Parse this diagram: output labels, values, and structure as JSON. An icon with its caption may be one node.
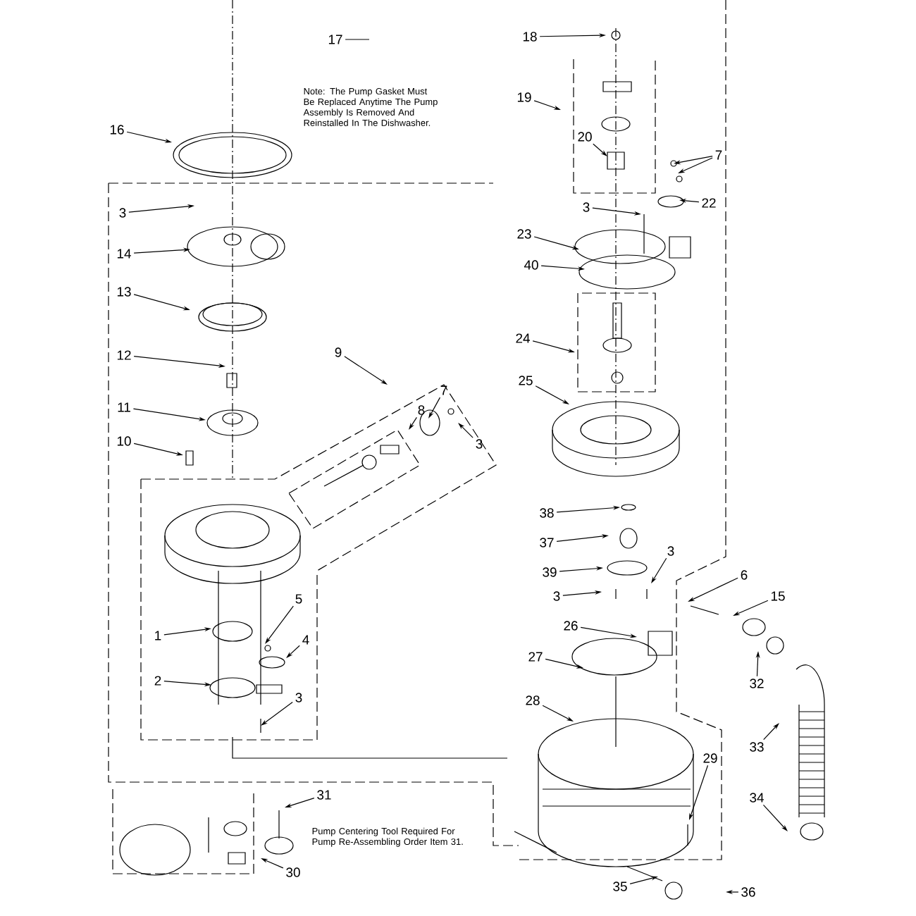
{
  "diagram": {
    "nodes": [
      {
        "text": [
          "17"
        ]
      },
      {
        "text": [
          "18"
        ]
      },
      {
        "text": [
          "19"
        ]
      },
      {
        "text": [
          "20"
        ]
      },
      {
        "text": [
          "7"
        ]
      },
      {
        "text": [
          "22"
        ]
      },
      {
        "text": [
          "3"
        ]
      },
      {
        "text": [
          "23"
        ]
      },
      {
        "text": [
          "40"
        ]
      },
      {
        "text": [
          "24"
        ]
      },
      {
        "text": [
          "25"
        ]
      },
      {
        "text": [
          "16"
        ]
      },
      {
        "text": [
          "3"
        ]
      },
      {
        "text": [
          "14"
        ]
      },
      {
        "text": [
          "13"
        ]
      },
      {
        "text": [
          "12"
        ]
      },
      {
        "text": [
          "9"
        ]
      },
      {
        "text": [
          "7"
        ]
      },
      {
        "text": [
          "8"
        ]
      },
      {
        "text": [
          "11"
        ]
      },
      {
        "text": [
          "3"
        ]
      },
      {
        "text": [
          "10"
        ]
      },
      {
        "text": [
          "38"
        ]
      },
      {
        "text": [
          "37"
        ]
      },
      {
        "text": [
          "39"
        ]
      },
      {
        "text": [
          "3"
        ]
      },
      {
        "text": [
          "3"
        ]
      },
      {
        "text": [
          "6"
        ]
      },
      {
        "text": [
          "15"
        ]
      },
      {
        "text": [
          "5"
        ]
      },
      {
        "text": [
          "26"
        ]
      },
      {
        "text": [
          "4"
        ]
      },
      {
        "text": [
          "1"
        ]
      },
      {
        "text": [
          "27"
        ]
      },
      {
        "text": [
          "2"
        ]
      },
      {
        "text": [
          "28"
        ]
      },
      {
        "text": [
          "32"
        ]
      },
      {
        "text": [
          "3"
        ]
      },
      {
        "text": [
          "33"
        ]
      },
      {
        "text": [
          "29"
        ]
      },
      {
        "text": [
          "31"
        ]
      },
      {
        "text": [
          "34"
        ]
      },
      {
        "text": [
          "30"
        ]
      },
      {
        "text": [
          "35"
        ]
      },
      {
        "text": [
          "36"
        ]
      }
    ],
    "edges": [
      {
        "from": 0,
        "to": null,
        "arrow": "none"
      },
      {
        "from": 1,
        "to": null,
        "arrow": "to"
      },
      {
        "from": 2,
        "to": null,
        "arrow": "to"
      },
      {
        "from": 3,
        "to": null,
        "arrow": "to"
      },
      {
        "from": 4,
        "to": null,
        "arrow": "to"
      },
      {
        "from": 4,
        "to": null,
        "arrow": "to"
      },
      {
        "from": 5,
        "to": null,
        "arrow": "to"
      },
      {
        "from": 6,
        "to": null,
        "arrow": "to"
      },
      {
        "from": 7,
        "to": null,
        "arrow": "to"
      },
      {
        "from": 8,
        "to": null,
        "arrow": "to"
      },
      {
        "from": 9,
        "to": null,
        "arrow": "to"
      },
      {
        "from": 10,
        "to": null,
        "arrow": "to"
      },
      {
        "from": 11,
        "to": null,
        "arrow": "to"
      },
      {
        "from": 12,
        "to": null,
        "arrow": "to"
      },
      {
        "from": 13,
        "to": null,
        "arrow": "to"
      },
      {
        "from": 14,
        "to": null,
        "arrow": "to"
      },
      {
        "from": 15,
        "to": null,
        "arrow": "to"
      },
      {
        "from": 16,
        "to": null,
        "arrow": "to"
      },
      {
        "from": 17,
        "to": null,
        "arrow": "to"
      },
      {
        "from": 18,
        "to": null,
        "arrow": "to"
      },
      {
        "from": 19,
        "to": null,
        "arrow": "to"
      },
      {
        "from": 20,
        "to": null,
        "arrow": "to"
      },
      {
        "from": 21,
        "to": null,
        "arrow": "to"
      },
      {
        "from": 22,
        "to": null,
        "arrow": "to"
      },
      {
        "from": 23,
        "to": null,
        "arrow": "to"
      },
      {
        "from": 24,
        "to": null,
        "arrow": "to"
      },
      {
        "from": 25,
        "to": null,
        "arrow": "to"
      },
      {
        "from": 26,
        "to": null,
        "arrow": "to"
      },
      {
        "from": 27,
        "to": null,
        "arrow": "to"
      },
      {
        "from": 28,
        "to": null,
        "arrow": "to"
      },
      {
        "from": 29,
        "to": null,
        "arrow": "to"
      },
      {
        "from": 30,
        "to": null,
        "arrow": "to"
      },
      {
        "from": 31,
        "to": null,
        "arrow": "to"
      },
      {
        "from": 32,
        "to": null,
        "arrow": "to"
      },
      {
        "from": 33,
        "to": null,
        "arrow": "to"
      },
      {
        "from": 34,
        "to": null,
        "arrow": "to"
      },
      {
        "from": 35,
        "to": null,
        "arrow": "to"
      },
      {
        "from": 36,
        "to": null,
        "arrow": "to"
      },
      {
        "from": 37,
        "to": null,
        "arrow": "to"
      },
      {
        "from": 38,
        "to": null,
        "arrow": "to"
      },
      {
        "from": 39,
        "to": null,
        "arrow": "to"
      },
      {
        "from": 40,
        "to": null,
        "arrow": "to"
      },
      {
        "from": 41,
        "to": null,
        "arrow": "to"
      },
      {
        "from": 42,
        "to": null,
        "arrow": "to"
      },
      {
        "from": 43,
        "to": null,
        "arrow": "to"
      },
      {
        "from": 44,
        "to": null,
        "arrow": "to"
      }
    ],
    "labels": [
      "Note: The Pump Gasket Must Be Replaced Anytime The Pump Assembly Is Removed And Reinstalled In The Dishwasher.",
      "Pump Centering Tool Required For Pump Re-Assembling Order Item 31."
    ]
  }
}
